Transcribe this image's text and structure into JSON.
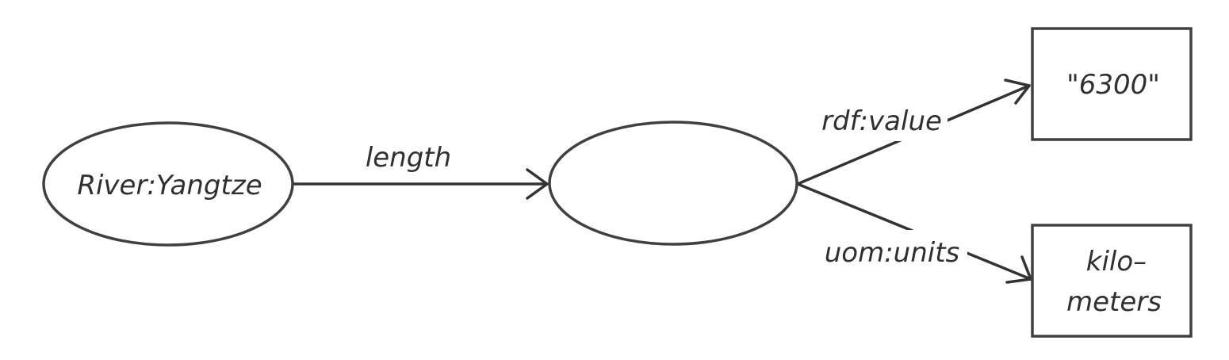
{
  "nodes": {
    "river": {
      "label": "River:Yangtze",
      "shape": "ellipse"
    },
    "blank": {
      "label": "",
      "shape": "ellipse"
    },
    "value": {
      "label": "\"6300\"",
      "shape": "rectangle"
    },
    "units": {
      "lines": [
        "kilo–",
        "meters"
      ],
      "shape": "rectangle"
    }
  },
  "edges": {
    "length": {
      "label": "length",
      "from": "River:Yangtze",
      "to": "blank node"
    },
    "rdf_value": {
      "label": "rdf:value",
      "from": "blank node",
      "to": "\"6300\""
    },
    "uom_units": {
      "label": "uom:units",
      "from": "blank node",
      "to": "kilo–meters"
    }
  },
  "colors": {
    "stroke": "#333333",
    "text": "#303030",
    "background": "#ffffff"
  }
}
